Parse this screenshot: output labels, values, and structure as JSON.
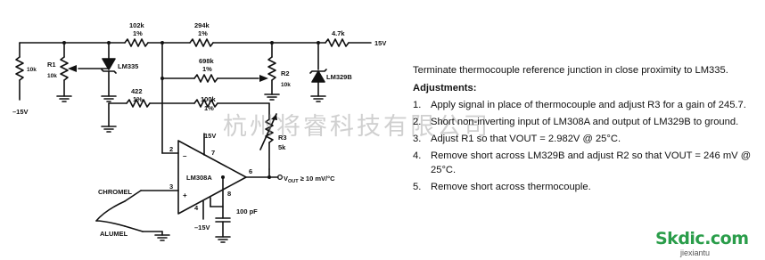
{
  "schematic": {
    "resistors": {
      "r102k": {
        "value": "102k",
        "tol": "1%"
      },
      "r294k": {
        "value": "294k",
        "tol": "1%"
      },
      "r4k7": {
        "value": "4.7k"
      },
      "r698k": {
        "value": "698k",
        "tol": "1%"
      },
      "r10k": {
        "value": "10k"
      },
      "r1": {
        "name": "R1",
        "value": "10k"
      },
      "r2": {
        "name": "R2",
        "value": "10k"
      },
      "r422": {
        "value": "422",
        "tol": "1%"
      },
      "r100k": {
        "value": "100k",
        "tol": "1%"
      },
      "r3": {
        "name": "R3",
        "value": "5k"
      }
    },
    "parts": {
      "lm335": "LM335",
      "lm329b": "LM329B",
      "opamp": "LM308A",
      "cap": "100 pF"
    },
    "supplies": {
      "pos15_top": "15V",
      "neg15_left": "–15V",
      "pos15_amp": "15V",
      "neg15_amp": "–15V"
    },
    "pins": {
      "p2": "2",
      "p3": "3",
      "p4": "4",
      "p6": "6",
      "p7": "7",
      "p8": "8",
      "minus": "–",
      "plus": "+"
    },
    "io": {
      "vout": "V",
      "vout_sub": "OUT",
      "vout_tail": " ≥ 10 mV/°C",
      "chromel": "CHROMEL",
      "alumel": "ALUMEL"
    }
  },
  "notes": {
    "intro": "Terminate thermocouple reference junction in close proximity to LM335.",
    "heading": "Adjustments:",
    "steps": [
      {
        "num": "1.",
        "text": "Apply signal in place of thermocouple and adjust R3 for a gain of 245.7."
      },
      {
        "num": "2.",
        "text": "Short non-inverting input of LM308A and output of LM329B to ground."
      },
      {
        "num": "3.",
        "text": "Adjust R1 so that VOUT = 2.982V @ 25°C."
      },
      {
        "num": "4.",
        "text": "Remove short across LM329B and adjust R2 so that VOUT = 246 mV @ 25°C."
      },
      {
        "num": "5.",
        "text": "Remove short across thermocouple."
      }
    ]
  },
  "watermark": "杭州将睿科技有限公司",
  "logo": {
    "brand": "Skdic.com",
    "sub": "jiexiantu"
  }
}
